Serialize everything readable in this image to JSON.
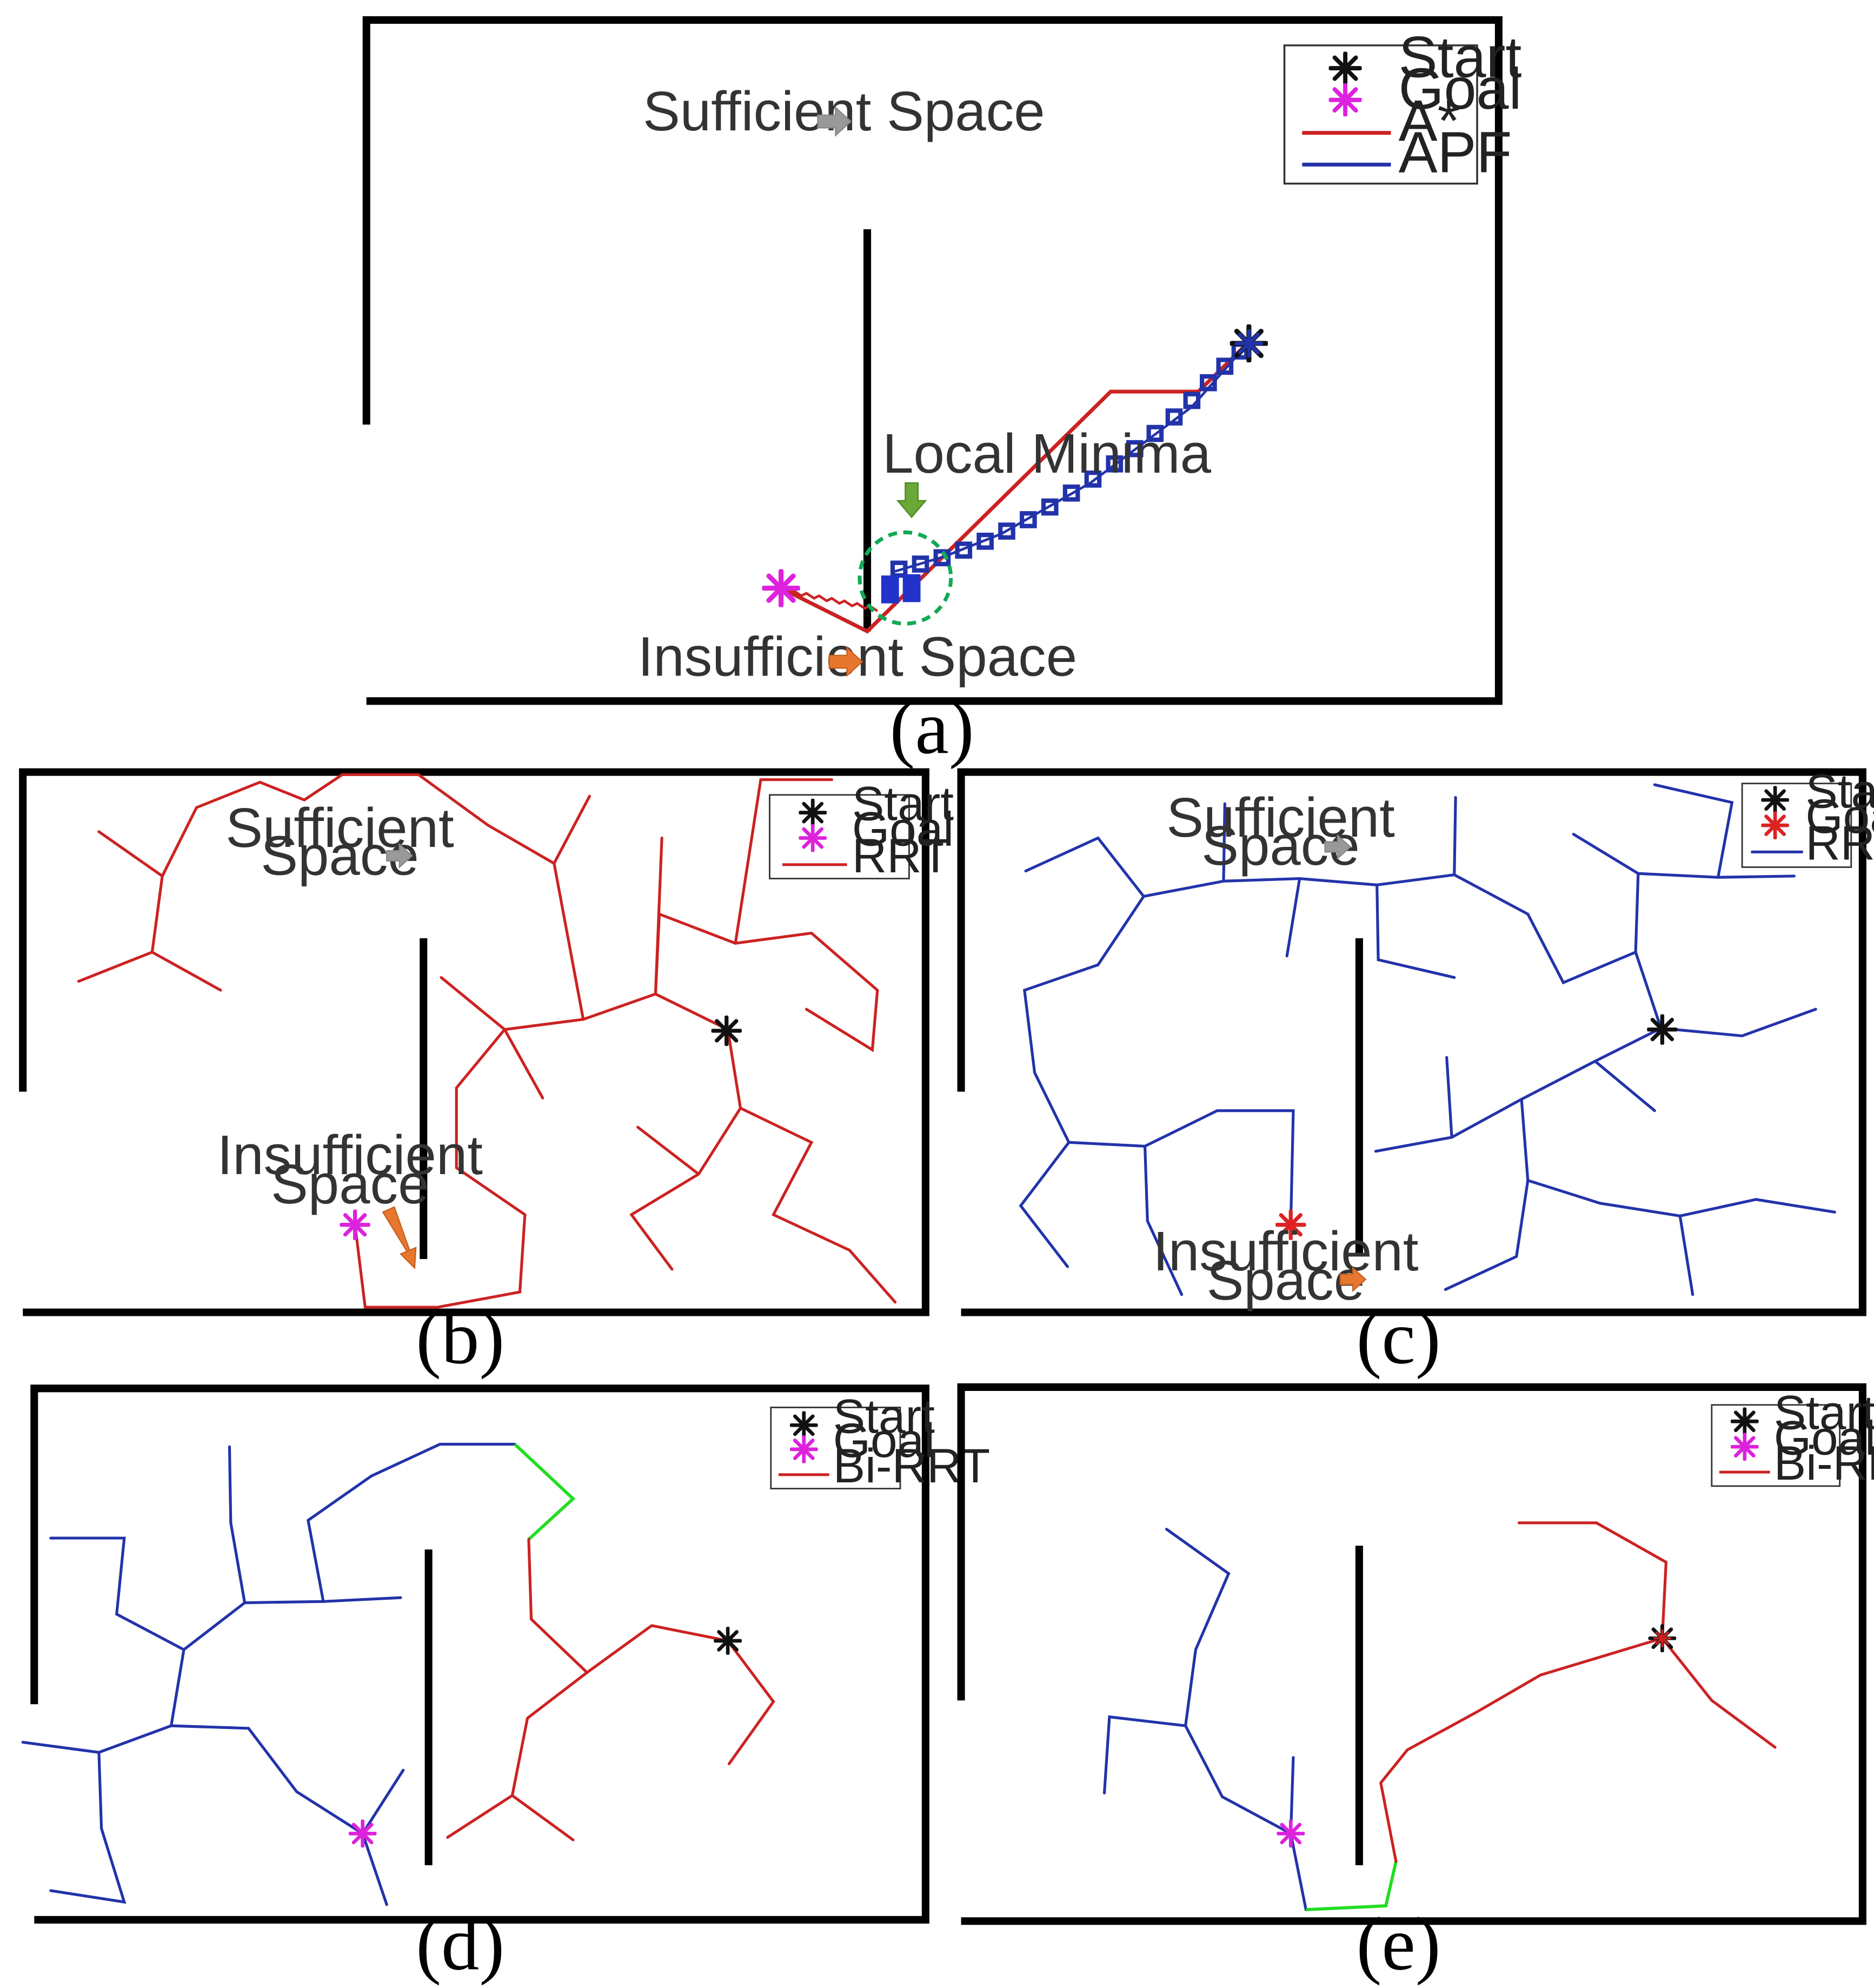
{
  "colors": {
    "wall": "#000000",
    "red_path": "#cc2222",
    "blue_path": "#2233aa",
    "green_link": "#22dd22",
    "goal_magenta": "#dd22dd",
    "goal_red": "#dd2222",
    "local_minima_circle": "#11aa55",
    "arrow_gray": "#999999",
    "arrow_orange": "#e8772e",
    "arrow_green": "#6aa83a"
  },
  "panels": {
    "a": {
      "caption": "(a)",
      "sufficient_space": "Sufficient Space",
      "insufficient_space": "Insufficient Space",
      "local_minima": "Local Minima",
      "legend": {
        "start": "Start",
        "goal": "Goal",
        "path1": "A*",
        "path2": "APF"
      }
    },
    "b": {
      "caption": "(b)",
      "sufficient_line1": "Sufficient",
      "sufficient_line2": "Space",
      "insufficient_line1": "Insufficient",
      "insufficient_line2": "Space",
      "legend": {
        "start": "Start",
        "goal": "Goal",
        "path": "RRT"
      }
    },
    "c": {
      "caption": "(c)",
      "sufficient_line1": "Sufficient",
      "sufficient_line2": "Space",
      "insufficient_line1": "Insufficient",
      "insufficient_line2": "Space",
      "legend": {
        "start": "Start",
        "goal": "Goal",
        "path": "RRT"
      }
    },
    "d": {
      "caption": "(d)",
      "legend": {
        "start": "Start",
        "goal": "Goal",
        "path": "Bi-RRT"
      }
    },
    "e": {
      "caption": "(e)",
      "legend": {
        "start": "Start",
        "goal": "Goal",
        "path": "Bi-RRT"
      }
    }
  }
}
